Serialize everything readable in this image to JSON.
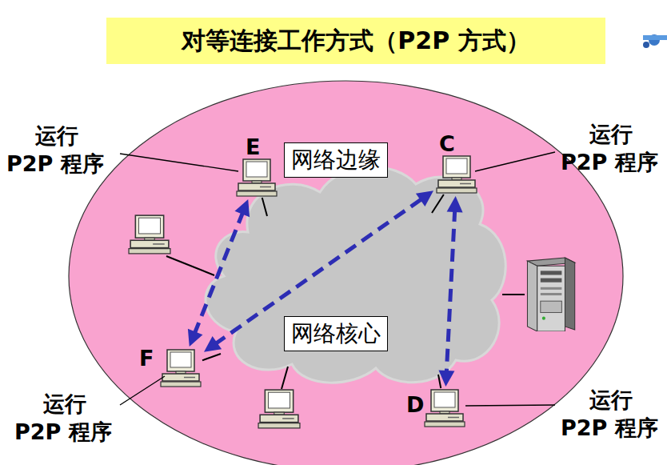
{
  "diagram": {
    "title": "对等连接工作方式（P2P 方式）",
    "nodes": [
      {
        "text": [
          "网络边缘"
        ]
      },
      {
        "text": [
          "网络核心"
        ],
        "in": 0
      },
      {
        "text": [
          "E"
        ],
        "in": 0
      },
      {
        "text": [
          "C"
        ],
        "in": 0
      },
      {
        "text": [
          "F"
        ],
        "in": 0
      },
      {
        "text": [
          "D"
        ],
        "in": 0
      }
    ],
    "edges": [
      {
        "from": 2,
        "to": 4,
        "arrow": "both"
      },
      {
        "from": 4,
        "to": 3,
        "arrow": "both"
      },
      {
        "from": 3,
        "to": 5,
        "arrow": "both"
      },
      {
        "from": 2,
        "to": 1,
        "arrow": "none"
      },
      {
        "from": 3,
        "to": 1,
        "arrow": "none"
      },
      {
        "from": 4,
        "to": 1,
        "arrow": "none"
      },
      {
        "from": 5,
        "to": 1,
        "arrow": "none"
      }
    ],
    "labels": [
      "运行 P2P 程序",
      "运行 P2P 程序",
      "运行 P2P 程序",
      "运行 P2P 程序"
    ]
  }
}
